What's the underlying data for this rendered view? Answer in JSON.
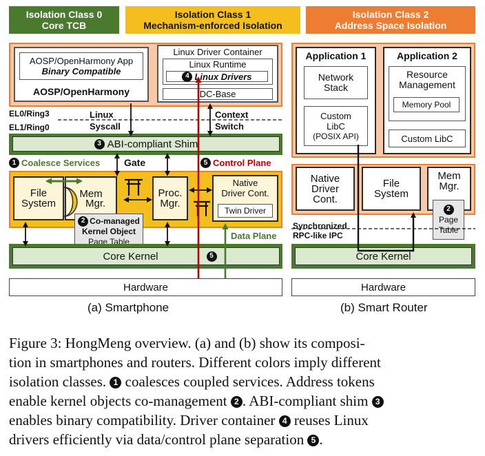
{
  "headers": {
    "class0": {
      "line1": "Isolation Class 0",
      "line2": "Core TCB"
    },
    "class1": {
      "line1": "Isolation Class 1",
      "line2": "Mechanism-enforced Isolation"
    },
    "class2": {
      "line1": "Isolation Class 2",
      "line2": "Address Space Isolation"
    }
  },
  "smartphone": {
    "app_line1": "AOSP/OpenHarmony App",
    "app_line2": "Binary Compatible",
    "app_label": "AOSP/OpenHarmony",
    "container_title": "Linux Driver Container",
    "linux_runtime": "Linux Runtime",
    "linux_drivers": "Linux Drivers",
    "dc_base": "DC-Base",
    "el0": "EL0/Ring3",
    "el1": "EL1/Ring0",
    "linux_syscall_1": "Linux",
    "linux_syscall_2": "Syscall",
    "context_switch_1": "Context",
    "context_switch_2": "Switch",
    "shim": "ABI-compliant Shim",
    "coalesce": "Coalesce Services",
    "gate": "Gate",
    "control_plane": "Control Plane",
    "file_system_1": "File",
    "file_system_2": "System",
    "mem_mgr_1": "Mem",
    "mem_mgr_2": "Mgr.",
    "proc_mgr_1": "Proc.",
    "proc_mgr_2": "Mgr.",
    "native_driver_1": "Native",
    "native_driver_2": "Driver Cont.",
    "twin_driver": "Twin Driver",
    "co_managed_1": "Co-managed",
    "co_managed_2": "Kernel Object",
    "page_table": "Page Table",
    "data_plane": "Data Plane",
    "core_kernel": "Core Kernel",
    "hardware": "Hardware",
    "caption": "(a) Smartphone"
  },
  "router": {
    "app1": "Application 1",
    "app2": "Application 2",
    "network_1": "Network",
    "network_2": "Stack",
    "custom_libc_1": "Custom",
    "custom_libc_2": "LibC",
    "custom_libc_3": "(POSIX API)",
    "resource_1": "Resource",
    "resource_2": "Management",
    "memory_pool": "Memory Pool",
    "custom_libc2": "Custom LibC",
    "native_driver_1": "Native",
    "native_driver_2": "Driver",
    "native_driver_3": "Cont.",
    "file_system_1": "File",
    "file_system_2": "System",
    "mem_mgr_1": "Mem",
    "mem_mgr_2": "Mgr.",
    "page_table_1": "Page",
    "page_table_2": "Table",
    "sync_1": "Synchronized",
    "sync_2": "RPC-like IPC",
    "core_kernel": "Core Kernel",
    "hardware": "Hardware",
    "caption": "(b) Smart Router"
  },
  "badges": {
    "n1": "1",
    "n2": "2",
    "n3": "3",
    "n4": "4",
    "n5": "5"
  },
  "figure_caption": {
    "p1": "Figure 3: HongMeng overview. (a) and (b) show its composi-",
    "p2": "tion in smartphones and routers. Different colors imply different",
    "p3": "isolation classes. ",
    "p3b": " coalesces coupled services. Address tokens",
    "p4": "enable kernel objects co-management ",
    "p4b": ". ABI-compliant shim ",
    "p5": "enables binary compatibility. Driver container ",
    "p5b": " reuses Linux",
    "p6": "drivers efficiently via data/control plane separation ",
    "p6b": "."
  },
  "colors": {
    "class0": "#4a7a2e",
    "class1": "#f5be1f",
    "class2": "#ee7d32",
    "class2_fill": "#f8c9a6",
    "kernel_fill": "#dbe9cf",
    "control_plane": "#c00000",
    "data_plane": "#4a7a2e"
  }
}
